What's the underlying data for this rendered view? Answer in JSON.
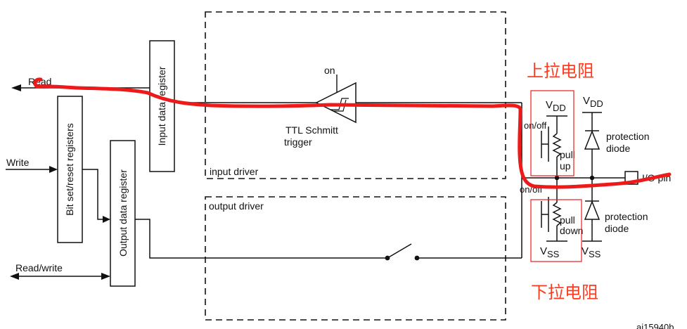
{
  "labels": {
    "read": "Read",
    "write": "Write",
    "read_write": "Read/write",
    "input_data_register": "Input data register",
    "bit_set_reset": "Bit set/reset registers",
    "output_data_register": "Output data register",
    "on": "on",
    "ttl_line1": "TTL Schmitt",
    "ttl_line2": "trigger",
    "input_driver": "input driver",
    "output_driver": "output driver",
    "vdd_main": "V",
    "vdd_sub": "DD",
    "vss_main": "V",
    "vss_sub": "SS",
    "on_off": "on/off",
    "pull_up_1": "pull",
    "pull_up_2": "up",
    "pull_down_1": "pull",
    "pull_down_2": "down",
    "protection": "protection",
    "diode": "diode",
    "io_pin": "I/O pin",
    "figure_id": "ai15940b"
  },
  "annotations": {
    "pull_up_cn": "上拉电阻",
    "pull_down_cn": "下拉电阻",
    "path_color": "#ee1a1a",
    "text_color": "#ff3b1f"
  }
}
